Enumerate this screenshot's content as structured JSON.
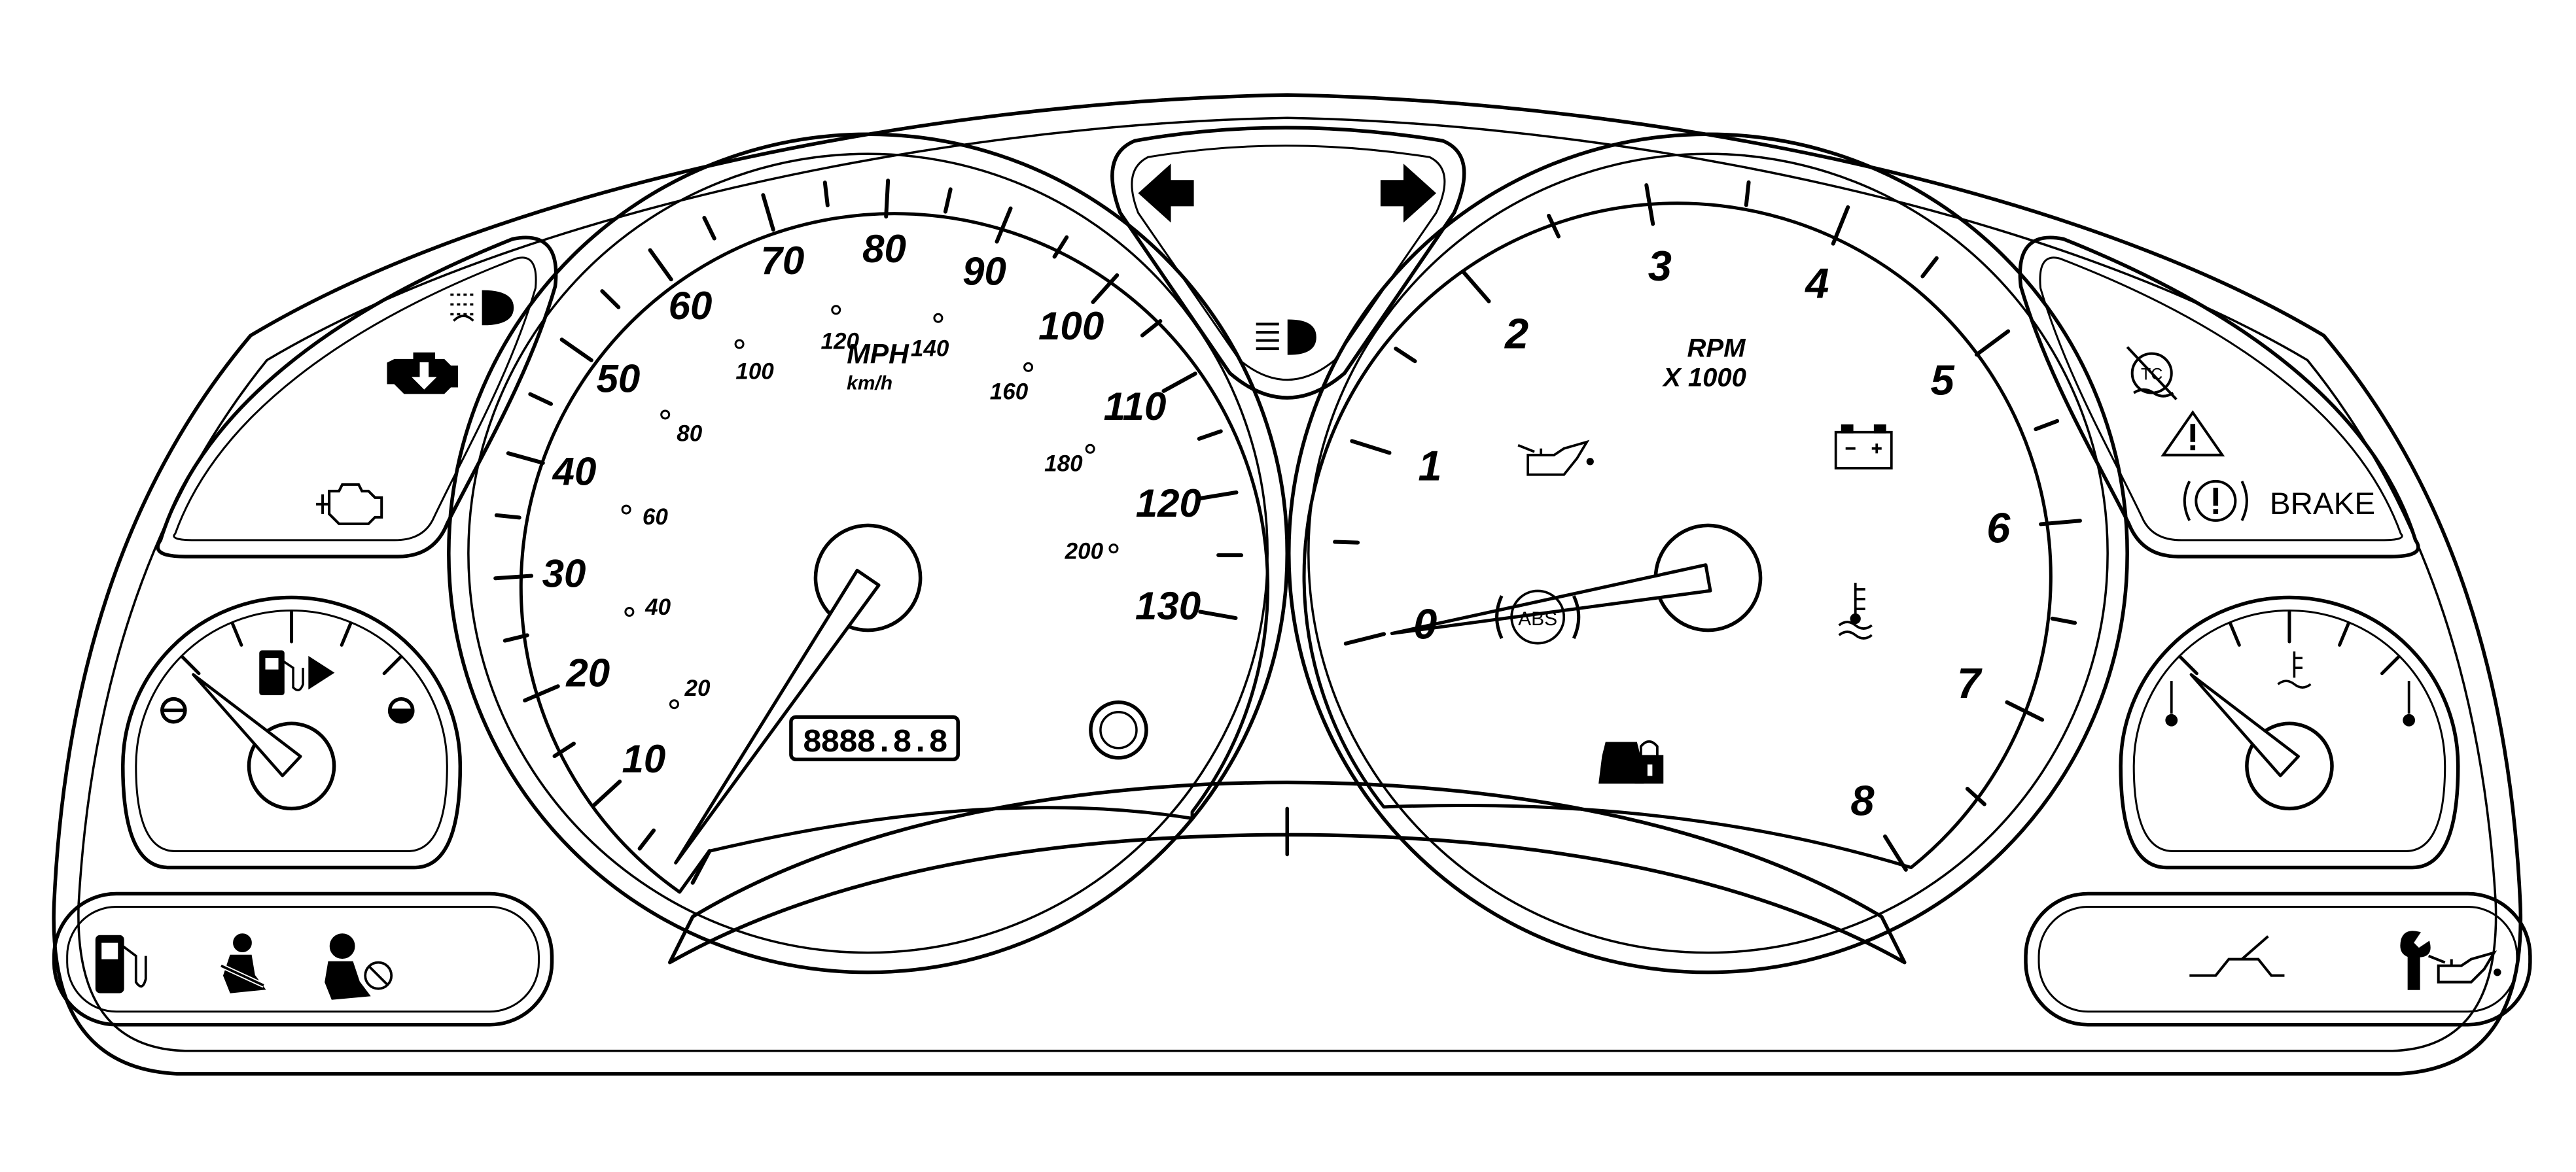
{
  "speedometer": {
    "mph_labels": [
      "10",
      "20",
      "30",
      "40",
      "50",
      "60",
      "70",
      "80",
      "90",
      "100",
      "110",
      "120",
      "130"
    ],
    "kmh_labels": [
      "20",
      "40",
      "60",
      "80",
      "100",
      "120",
      "140",
      "160",
      "180",
      "200"
    ],
    "unit_mph": "MPH",
    "unit_kmh": "km/h",
    "odometer": "8888.8.8",
    "needle_mph": 0
  },
  "tachometer": {
    "labels": [
      "0",
      "1",
      "2",
      "3",
      "4",
      "5",
      "6",
      "7",
      "8"
    ],
    "unit_line1": "RPM",
    "unit_line2": "X 1000",
    "abs_label": "ABS",
    "needle_rpm": 0
  },
  "warning_panel_right": {
    "tc_label": "TC",
    "brake_label": "BRAKE"
  },
  "fuel_gauge": {
    "level": 0.0
  },
  "temp_gauge": {
    "level": 0.0
  },
  "icons": {
    "turn_left": "turn-left-arrow-icon",
    "turn_right": "turn-right-arrow-icon",
    "high_beam": "high-beam-icon",
    "fog_lamp": "fog-lamp-icon",
    "engine_service": "engine-service-icon",
    "check_engine": "check-engine-icon",
    "fuel_pump": "fuel-pump-icon",
    "seat_belt": "seat-belt-icon",
    "airbag": "airbag-icon",
    "oil_pressure": "oil-pressure-icon",
    "battery": "battery-icon",
    "coolant_temp": "coolant-temp-icon",
    "security": "security-lock-icon",
    "traction_off": "traction-control-off-icon",
    "hazard": "warning-triangle-icon",
    "brake": "brake-warning-icon",
    "door_ajar": "door-ajar-icon",
    "change_oil": "change-oil-icon"
  }
}
